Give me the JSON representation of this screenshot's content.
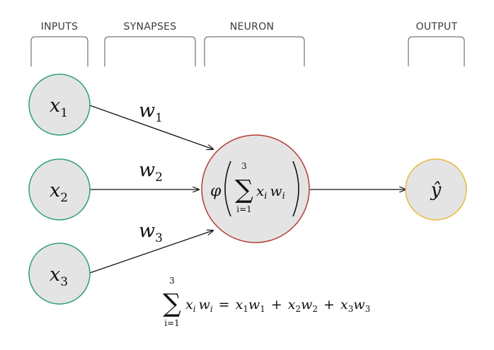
{
  "headers": {
    "inputs": "INPUTS",
    "synapses": "SYNAPSES",
    "neuron": "NEURON",
    "output": "OUTPUT"
  },
  "inputs": [
    {
      "var": "x",
      "sub": "1"
    },
    {
      "var": "x",
      "sub": "2"
    },
    {
      "var": "x",
      "sub": "3"
    }
  ],
  "weights": [
    {
      "var": "w",
      "sub": "1"
    },
    {
      "var": "w",
      "sub": "2"
    },
    {
      "var": "w",
      "sub": "3"
    }
  ],
  "neuron": {
    "activation": "φ",
    "sum_upper": "3",
    "sum_lower": "i=1",
    "sigma": "∑",
    "term_x": "x",
    "term_x_sub": "i",
    "term_w": "w",
    "term_w_sub": "i"
  },
  "output": {
    "symbol": "ŷ"
  },
  "equation": {
    "sigma": "∑",
    "upper": "3",
    "lower": "i=1",
    "lhs_x": "x",
    "lhs_x_sub": "i",
    "lhs_w": "w",
    "lhs_w_sub": "i",
    "equals": "=",
    "plus": "+",
    "t1_x": "x",
    "t1_xs": "1",
    "t1_w": "w",
    "t1_ws": "1",
    "t2_x": "x",
    "t2_xs": "2",
    "t2_w": "w",
    "t2_ws": "2",
    "t3_x": "x",
    "t3_xs": "3",
    "t3_w": "w",
    "t3_ws": "3"
  },
  "colors": {
    "input_stroke": "#2e9e6e",
    "neuron_stroke": "#b43a33",
    "output_stroke": "#e6b83a",
    "node_fill": "#e4e4e4"
  }
}
